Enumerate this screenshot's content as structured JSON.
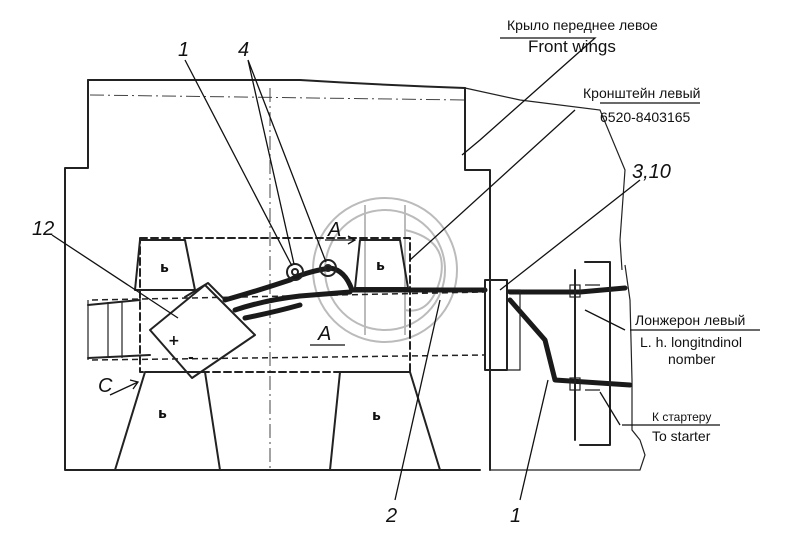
{
  "labels": {
    "front_wing_ru": "Крыло переднее левое",
    "front_wing_en": "Front wings",
    "bracket_ru": "Кронштейн левый",
    "bracket_part": "6520-8403165",
    "longeron_ru": "Лонжерон левый",
    "longeron_en_1": "L. h. longitndinol",
    "longeron_en_2": "nomber",
    "starter_ru": "К стартеру",
    "starter_en": "To starter"
  },
  "callouts": {
    "n1_top": "1",
    "n4": "4",
    "n3_10": "3,10",
    "n12": "12",
    "n2": "2",
    "n1_bottom": "1",
    "view_c": "C",
    "section_a_top": "A",
    "section_a_bottom": "A"
  },
  "symbols": {
    "bolt_mark": "ь",
    "terminal_plus": "+",
    "terminal_minus": "-"
  }
}
